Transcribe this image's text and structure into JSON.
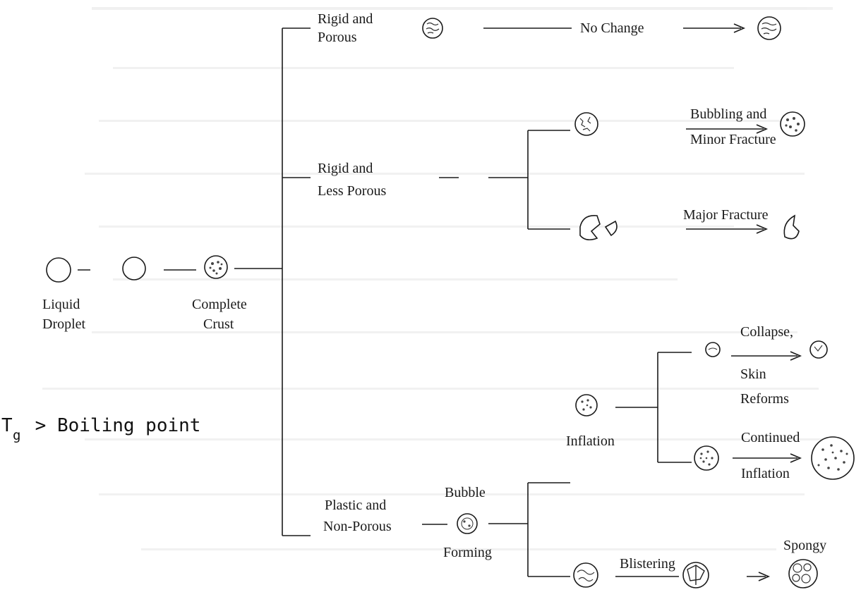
{
  "diagram": {
    "start": {
      "liquid_line1": "Liquid",
      "liquid_line2": "Droplet",
      "crust_line1": "Complete",
      "crust_line2": "Crust"
    },
    "condition": {
      "tg": "T",
      "sub": "g",
      "rest": " > Boiling point"
    },
    "branches": {
      "rigid_porous": {
        "line1": "Rigid and",
        "line2": "Porous",
        "outcome": "No Change"
      },
      "rigid_less": {
        "line1": "Rigid and",
        "line2": "Less Porous",
        "outcome1_line1": "Bubbling and",
        "outcome1_line2": "Minor Fracture",
        "outcome2": "Major Fracture"
      },
      "plastic": {
        "line1": "Plastic and",
        "line2": "Non-Porous",
        "bubble_top": "Bubble",
        "bubble_bottom": "Forming",
        "inflation": "Inflation",
        "collapse_line1": "Collapse,",
        "collapse_line2": "Skin",
        "collapse_line3": "Reforms",
        "continued_line1": "Continued",
        "continued_line2": "Inflation",
        "blistering": "Blistering",
        "spongy": "Spongy"
      }
    }
  }
}
